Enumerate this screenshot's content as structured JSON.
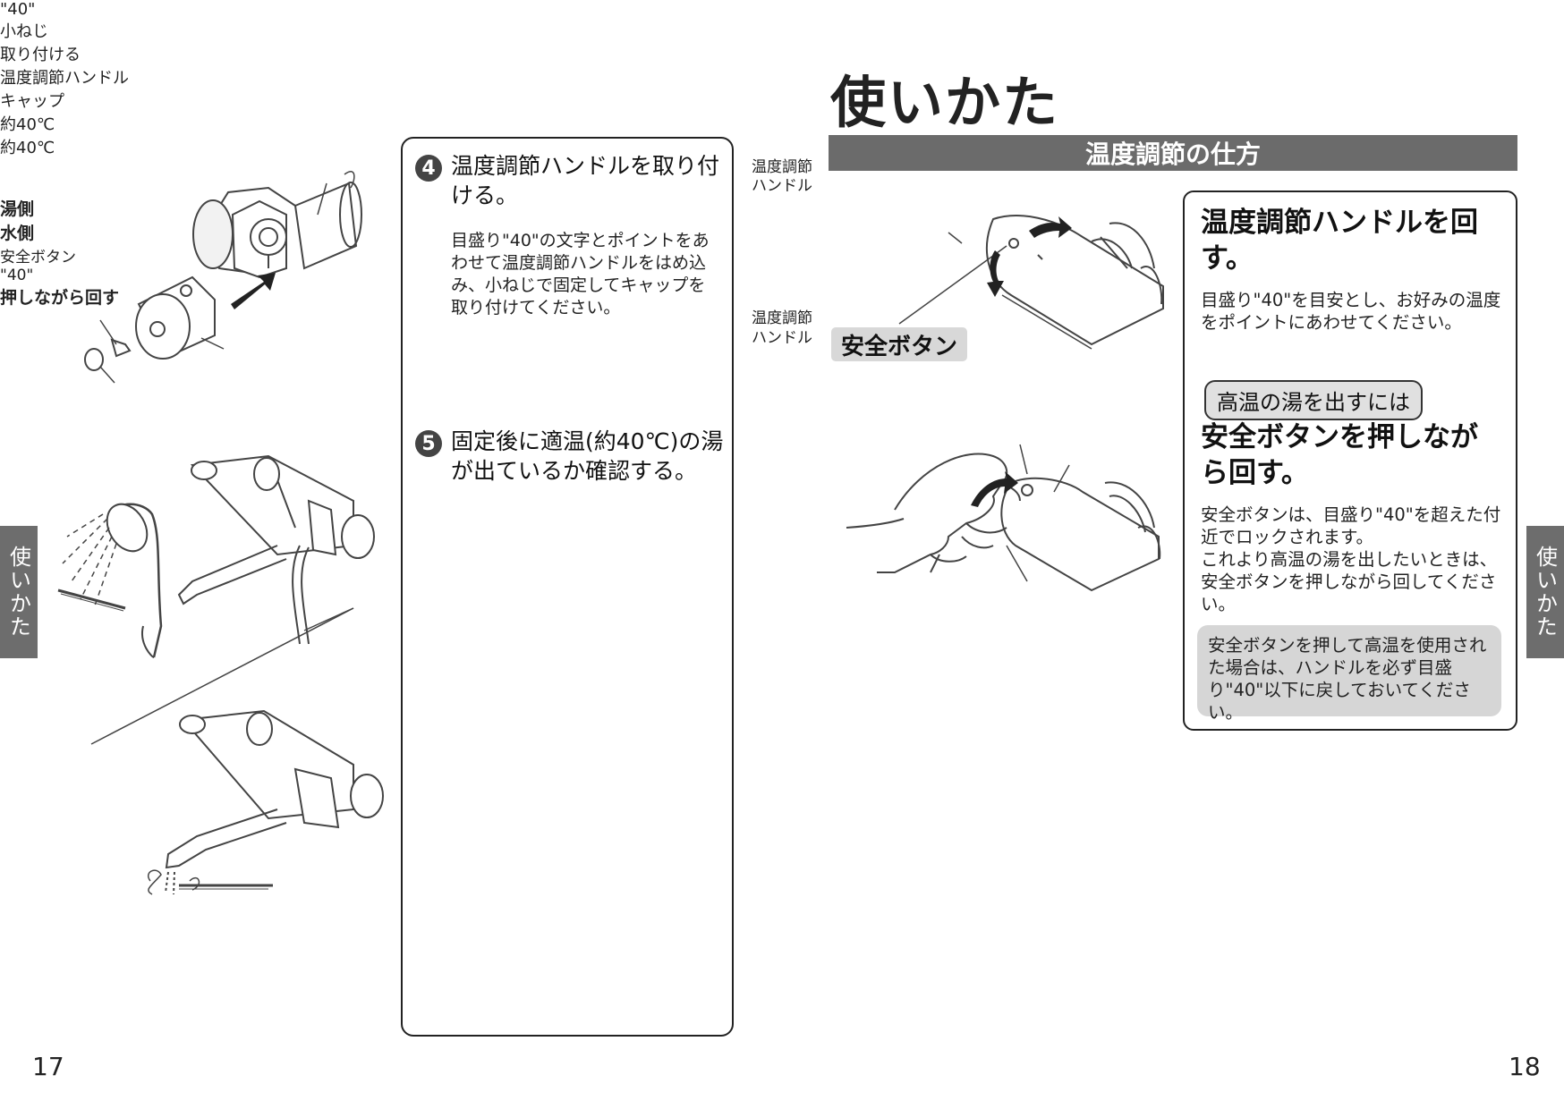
{
  "left_page": {
    "side_tab": "使いかた",
    "page_number": "17",
    "diagram_top": {
      "label_40": "\"40\"",
      "label_screw": "小ねじ",
      "label_attach": "取り付ける",
      "label_handle": "温度調節ハンドル",
      "label_cap": "キャップ"
    },
    "diagram_shower": {
      "temp_label": "約40℃"
    },
    "diagram_spout": {
      "temp_label": "約40℃"
    }
  },
  "steps": [
    {
      "number": "4",
      "title": "温度調節ハンドルを取り付ける。",
      "body": "目盛り\"40\"の文字とポイントをあわせて温度調節ハンドルをはめ込み、小ねじで固定してキャップを取り付けてください。"
    },
    {
      "number": "5",
      "title": "固定後に適温(約40℃)の湯が出ているか確認する。"
    }
  ],
  "right_page": {
    "title": "使いかた",
    "section": "温度調節の仕方",
    "side_tab": "使いかた",
    "page_number": "18",
    "diagram_upper": {
      "label_handle": "温度調節\nハンドル",
      "label_hot": "湯側",
      "label_cold": "水側",
      "label_safety": "安全ボタン"
    },
    "diagram_lower": {
      "label_safety": "安全ボタン",
      "label_40": "\"40\"",
      "label_press_turn": "押しながら回す",
      "label_handle": "温度調節\nハンドル"
    },
    "info_box": {
      "heading1": "温度調節ハンドルを回す。",
      "text1": "目盛り\"40\"を目安とし、お好みの温度をポイントにあわせてください。",
      "pill": "高温の湯を出すには",
      "heading2": "安全ボタンを押しながら回す。",
      "text2": "安全ボタンは、目盛り\"40\"を超えた付近でロックされます。\nこれより高温の湯を出したいときは、安全ボタンを押しながら回してください。",
      "note": "安全ボタンを押して高温を使用された場合は、ハンドルを必ず目盛り\"40\"以下に戻しておいてください。"
    }
  }
}
